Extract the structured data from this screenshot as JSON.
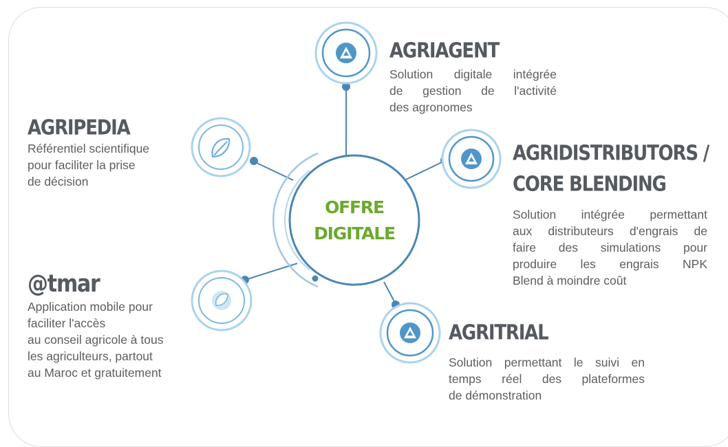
{
  "center": {
    "line1": "OFFRE",
    "line2": "DIGITALE"
  },
  "nodes": {
    "agriagent": {
      "title": "AGRIAGENT",
      "desc": [
        "Solution digitale intégrée",
        "de gestion de l'activité",
        "des agronomes"
      ]
    },
    "agripedia": {
      "title": "AGRIPEDIA",
      "desc": [
        "Référentiel scientifique",
        "pour faciliter la prise",
        "de décision"
      ]
    },
    "agridistributors": {
      "title_line1": "AGRIDISTRIBUTORS /",
      "title_line2": "CORE BLENDING",
      "desc": [
        "Solution intégrée permettant",
        "aux distributeurs d'engrais de",
        "faire des simulations pour",
        "produire les engrais NPK",
        "Blend à moindre coût"
      ]
    },
    "atmar": {
      "title": "@tmar",
      "desc": [
        "Application mobile pour",
        "faciliter l'accès",
        "au conseil agricole à tous",
        "les agriculteurs, partout",
        "au Maroc et gratuitement"
      ]
    },
    "agritrial": {
      "title": "AGRITRIAL",
      "desc": [
        "Solution permettant le suivi en",
        "temps réel des plateformes",
        "de démonstration"
      ]
    }
  },
  "colors": {
    "accent_blue": "#4a8fbf",
    "light_blue": "#a9d3ee",
    "green": "#6aaa2c",
    "title_gray": "#555a60"
  },
  "icons": {
    "agriagent": "triangle-logo-icon",
    "agripedia": "leaf-outline-icon",
    "agridistributors": "triangle-logo-icon",
    "atmar": "leaf-icon",
    "agritrial": "triangle-logo-icon"
  }
}
